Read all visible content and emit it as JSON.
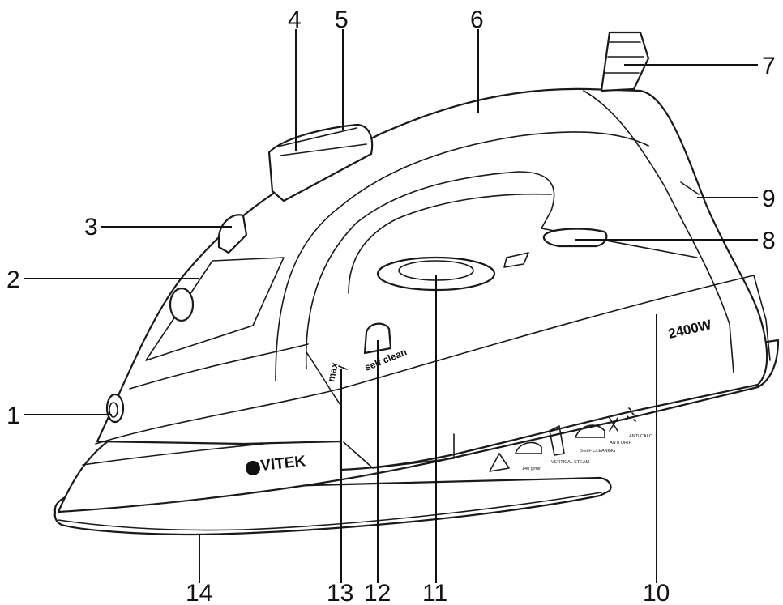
{
  "diagram": {
    "brand": "VITEK",
    "power_label": "2400W",
    "water_max_label": "max",
    "self_clean_label": "self clean",
    "callouts": [
      "1",
      "2",
      "3",
      "4",
      "5",
      "6",
      "7",
      "8",
      "9",
      "10",
      "11",
      "12",
      "13",
      "14"
    ],
    "feature_icons": {
      "burst_label": "140 g/min",
      "vertical_label": "VERTICAL STEAM",
      "self_cleaning_label": "SELF CLEANING",
      "anti_drip_label": "ANTI DRIP",
      "anti_calc_label": "ANTI CALC"
    }
  }
}
